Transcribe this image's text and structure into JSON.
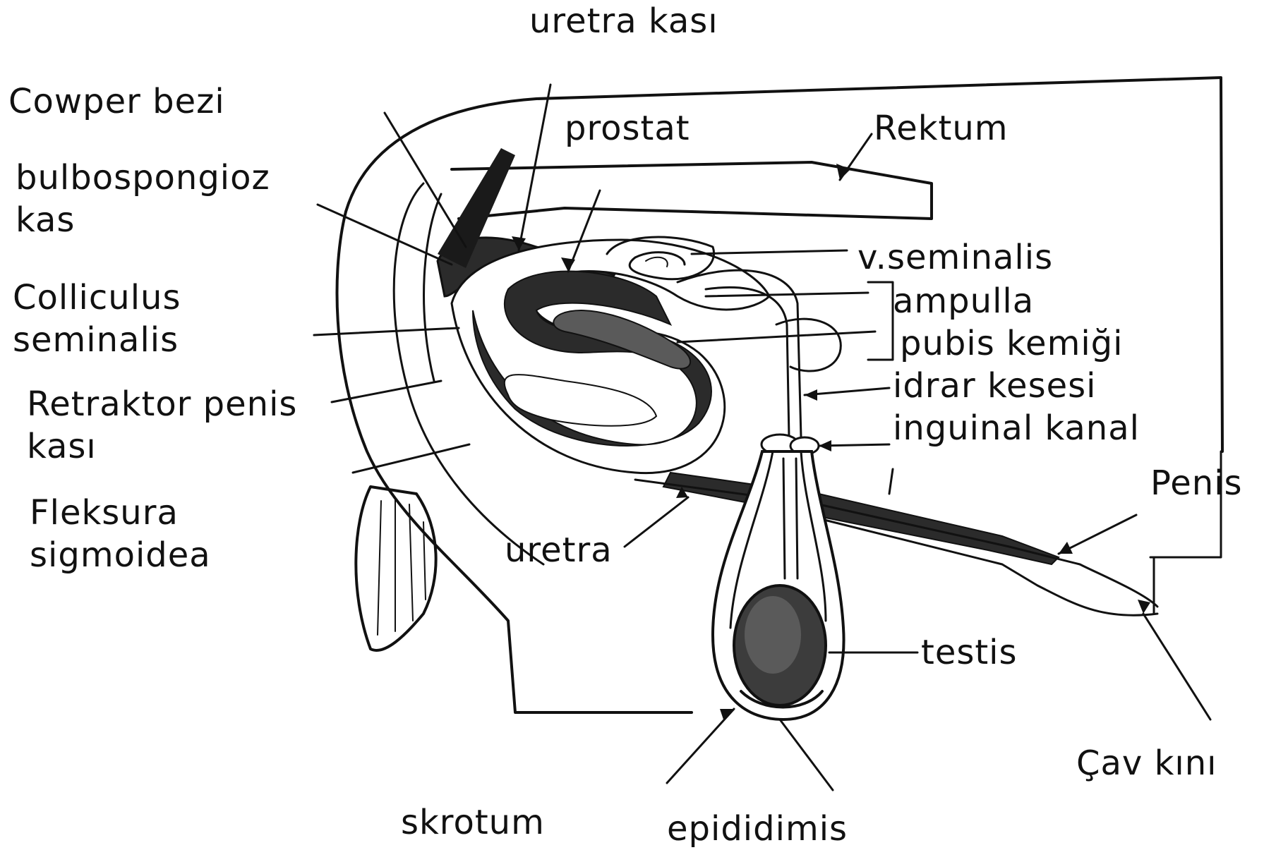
{
  "labels": {
    "uretra_kasi": "uretra kası",
    "cowper_bezi": "Cowper bezi",
    "prostat": "prostat",
    "rektum": "Rektum",
    "bulbospongioz_1": "bulbospongioz",
    "bulbospongioz_2": "kas",
    "colliculus_1": "Colliculus",
    "colliculus_2": "seminalis",
    "retraktor_1": "Retraktor penis",
    "retraktor_2": "kası",
    "fleksura_1": "Fleksura",
    "fleksura_2": "sigmoidea",
    "v_seminalis": "v.seminalis",
    "ampulla": "ampulla",
    "pubis": "pubis kemiği",
    "idrar_kesesi": "idrar kesesi",
    "inguinal_kanal": "inguinal kanal",
    "penis": "Penis",
    "uretra": "uretra",
    "testis": "testis",
    "cav_kini": "Çav kını",
    "skrotum": "skrotum",
    "epididimis": "epididimis"
  },
  "colors": {
    "ink": "#111111",
    "tissue_dark": "#2b2b2b",
    "tissue_mid": "#5a5a5a",
    "background": "#ffffff"
  }
}
